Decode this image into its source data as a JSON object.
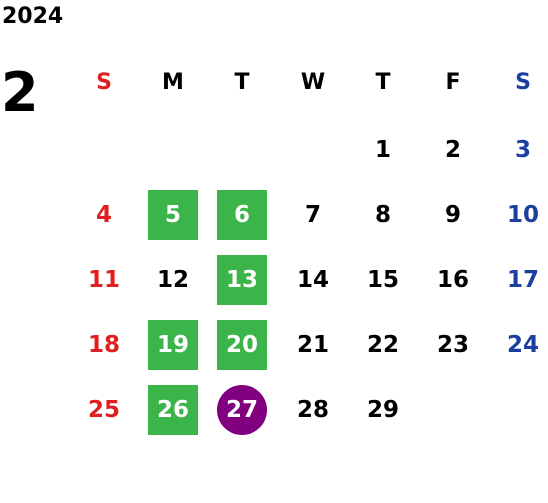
{
  "calendar": {
    "year": "2024",
    "month": "2",
    "weekdays": [
      "S",
      "M",
      "T",
      "W",
      "T",
      "F",
      "S"
    ],
    "weeks": [
      [
        "",
        "",
        "",
        "",
        "1",
        "2",
        "3"
      ],
      [
        "4",
        "5",
        "6",
        "7",
        "8",
        "9",
        "10"
      ],
      [
        "11",
        "12",
        "13",
        "14",
        "15",
        "16",
        "17"
      ],
      [
        "18",
        "19",
        "20",
        "21",
        "22",
        "23",
        "24"
      ],
      [
        "25",
        "26",
        "27",
        "28",
        "29",
        "",
        ""
      ]
    ],
    "highlighted_days": [
      "5",
      "6",
      "13",
      "19",
      "20",
      "26"
    ],
    "today": "27"
  },
  "colors": {
    "sunday": "#e02020",
    "saturday": "#1a3f9e",
    "weekday": "#000000",
    "highlight": "#3bb54a",
    "today": "#800080",
    "highlight_text": "#ffffff"
  }
}
